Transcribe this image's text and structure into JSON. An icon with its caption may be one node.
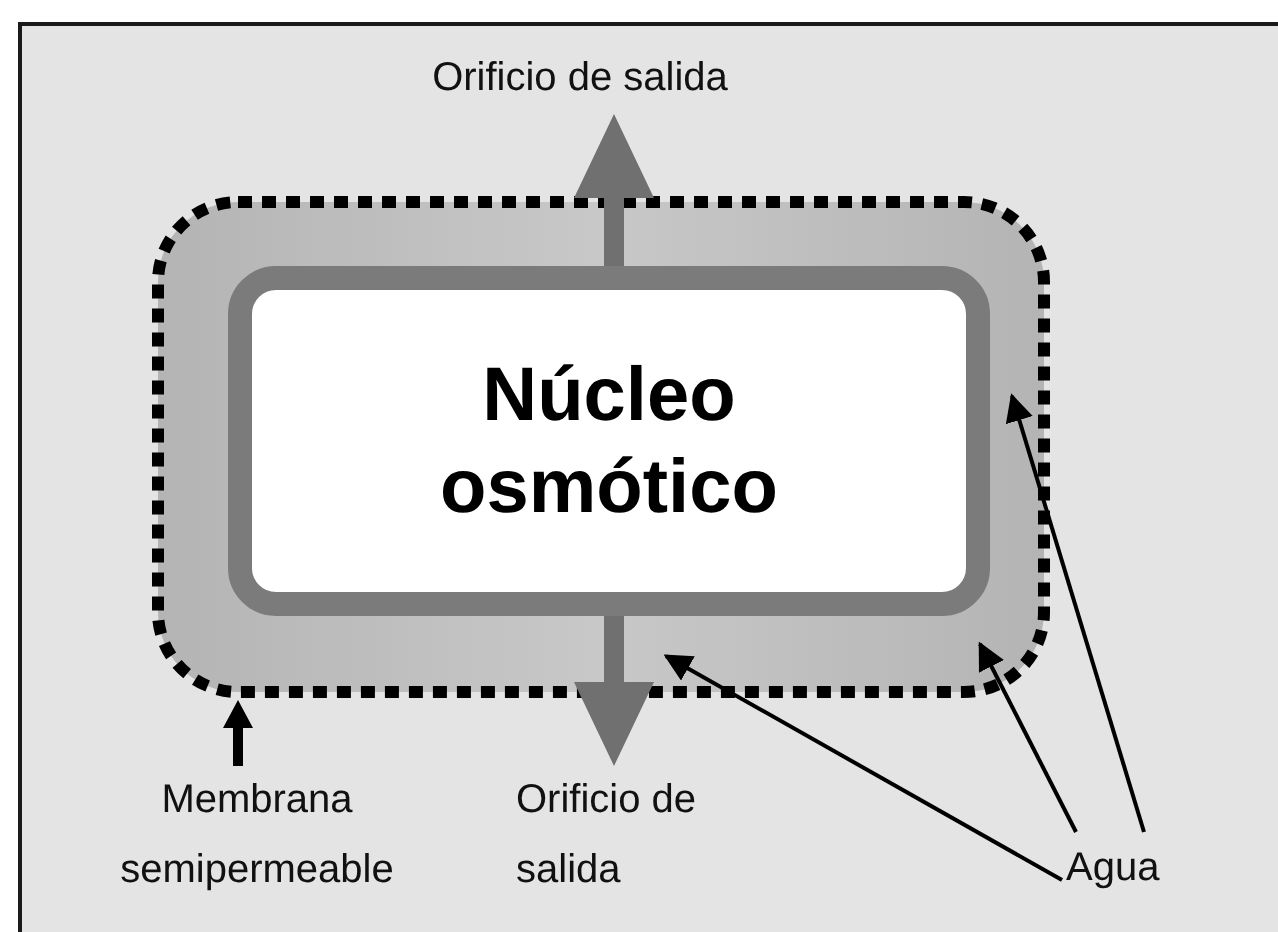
{
  "diagram": {
    "nodes": [
      {
        "text": [
          "Orificio de salida"
        ]
      },
      {
        "text": [],
        "shape": "box"
      },
      {
        "text": [
          "Núcleo osmótico"
        ],
        "in": 1
      },
      {
        "text": [
          "Orificio de salida"
        ]
      },
      {
        "text": [
          "Membrana semipermeable"
        ]
      },
      {
        "text": [
          "Agua"
        ]
      }
    ],
    "edges": [
      {
        "from": 2,
        "to": 0,
        "arrow": "to",
        "style": "thick",
        "color": "#707070"
      },
      {
        "from": 2,
        "to": 3,
        "arrow": "to",
        "style": "thick",
        "color": "#707070"
      },
      {
        "from": 4,
        "to": 1,
        "arrow": "to",
        "style": "thick"
      },
      {
        "from": 5,
        "to": 1,
        "arrow": "to"
      },
      {
        "from": 5,
        "to": 1,
        "arrow": "to"
      },
      {
        "from": 5,
        "to": 1,
        "arrow": "to"
      }
    ]
  }
}
